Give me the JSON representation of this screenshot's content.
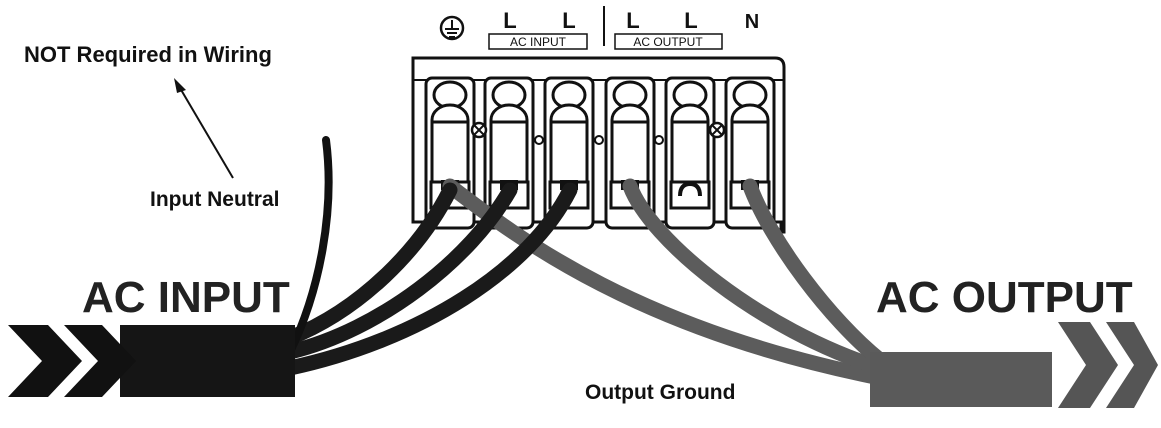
{
  "terminal_header": {
    "ground_symbol": "ground-icon",
    "pins": [
      "L",
      "L",
      "L",
      "L",
      "N"
    ],
    "group_labels": [
      "AC INPUT",
      "AC OUTPUT"
    ]
  },
  "labels": {
    "not_required": "NOT Required in Wiring",
    "input_neutral": "Input Neutral",
    "ac_input": "AC INPUT",
    "ac_output": "AC OUTPUT",
    "output_ground": "Output Ground"
  },
  "colors": {
    "input_cable": "#1a1a1a",
    "output_cable": "#5c5c5c",
    "input_chevron": "#111111",
    "output_chevron": "#555555"
  }
}
